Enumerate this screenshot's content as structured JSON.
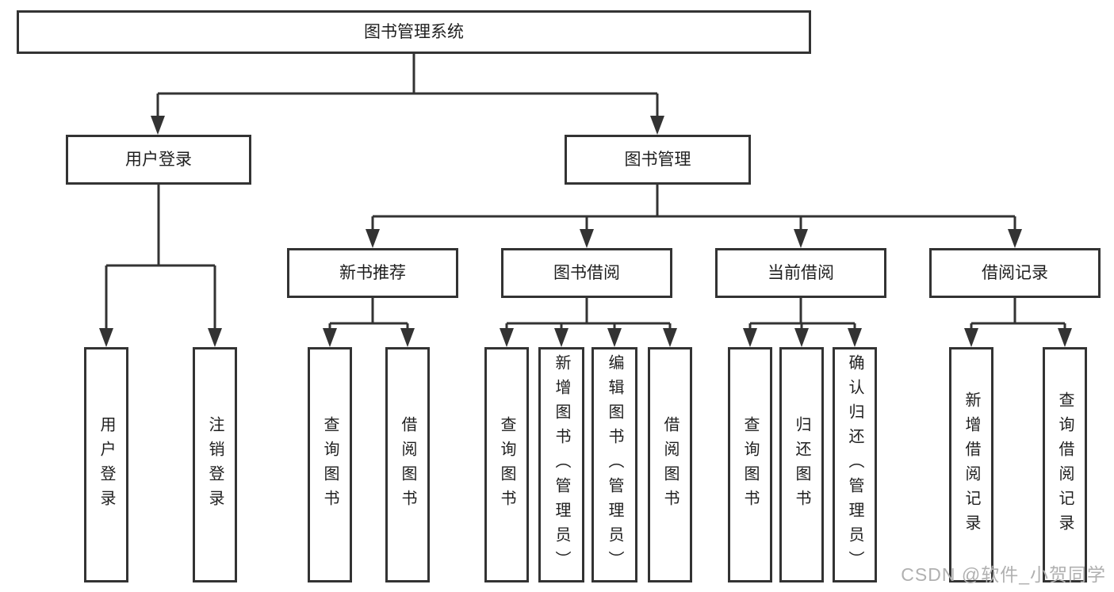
{
  "colors": {
    "line": "#333333",
    "text": "#1f1f1f",
    "watermark": "#b0b0b0",
    "background": "#ffffff"
  },
  "watermark": "CSDN @软件_小贺同学",
  "tree": {
    "root": "图书管理系统",
    "branches": [
      {
        "label": "用户登录",
        "leaves": [
          "用户登录",
          "注销登录"
        ]
      },
      {
        "label": "图书管理",
        "groups": [
          {
            "label": "新书推荐",
            "leaves": [
              "查询图书",
              "借阅图书"
            ]
          },
          {
            "label": "图书借阅",
            "leaves": [
              "查询图书",
              "新增图书（管理员）",
              "编辑图书（管理员）",
              "借阅图书"
            ]
          },
          {
            "label": "当前借阅",
            "leaves": [
              "查询图书",
              "归还图书",
              "确认归还（管理员）"
            ]
          },
          {
            "label": "借阅记录",
            "leaves": [
              "新增借阅记录",
              "查询借阅记录"
            ]
          }
        ]
      }
    ]
  }
}
